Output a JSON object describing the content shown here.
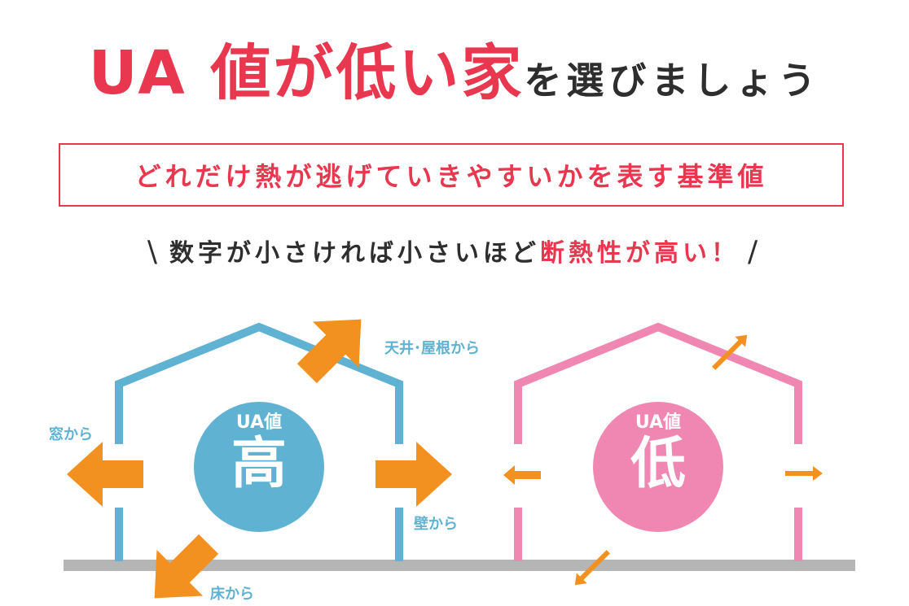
{
  "title": {
    "main": "UA 値が低い家",
    "rest": "を選びましょう"
  },
  "definition": "どれだけ熱が逃げていきやすいかを表す基準値",
  "subtitle": {
    "open": "\\",
    "lead": "数字が小さければ小さいほど",
    "highlight": "断熱性が高い！",
    "close": "/"
  },
  "house_high": {
    "circle_top": "UA値",
    "circle_main": "高",
    "labels": {
      "roof": "天井･屋根から",
      "window": "窓から",
      "wall": "壁から",
      "floor": "床から"
    },
    "color": "#5fb2d1"
  },
  "house_low": {
    "circle_top": "UA値",
    "circle_main": "低",
    "color": "#ef87b2"
  },
  "colors": {
    "accent": "#e8374e",
    "arrow": "#f39120",
    "ground": "#b5b5b5",
    "text": "#2e2e2e"
  }
}
